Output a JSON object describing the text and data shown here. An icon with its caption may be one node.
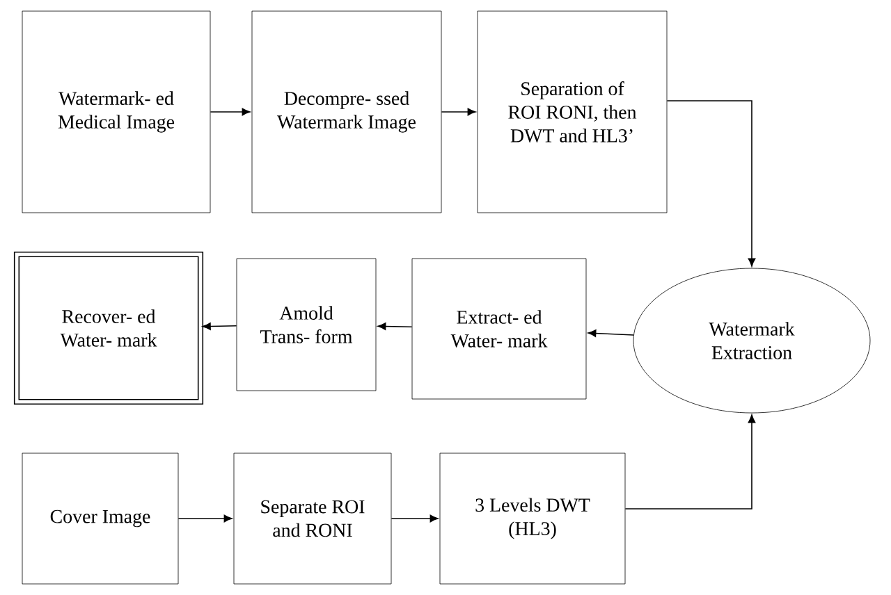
{
  "diagram": {
    "nodes": [
      {
        "text": [
          "Watermark- ed Medical Image"
        ]
      },
      {
        "text": [
          "Decompre- ssed Watermark Image"
        ]
      },
      {
        "text": [
          "Separation of ROI RONI, then DWT and HL3’"
        ]
      },
      {
        "text": [
          "Recover- ed Water- mark"
        ]
      },
      {
        "text": [
          "Amold Trans- form"
        ]
      },
      {
        "text": [
          "Extract- ed Water- mark"
        ]
      },
      {
        "text": [
          "Watermark Extraction"
        ]
      },
      {
        "text": [
          "Cover Image"
        ]
      },
      {
        "text": [
          "Separate ROI and RONI"
        ]
      },
      {
        "text": [
          "3 Levels DWT (HL3)"
        ]
      }
    ],
    "edges": [
      {
        "from": 0,
        "to": 1,
        "arrow": "to"
      },
      {
        "from": 1,
        "to": 2,
        "arrow": "to"
      },
      {
        "from": 2,
        "to": 6,
        "arrow": "to"
      },
      {
        "from": 6,
        "to": 5,
        "arrow": "to"
      },
      {
        "from": 5,
        "to": 4,
        "arrow": "to"
      },
      {
        "from": 4,
        "to": 3,
        "arrow": "to"
      },
      {
        "from": 7,
        "to": 8,
        "arrow": "to"
      },
      {
        "from": 8,
        "to": 9,
        "arrow": "to"
      },
      {
        "from": 9,
        "to": 6,
        "arrow": "to"
      }
    ]
  }
}
